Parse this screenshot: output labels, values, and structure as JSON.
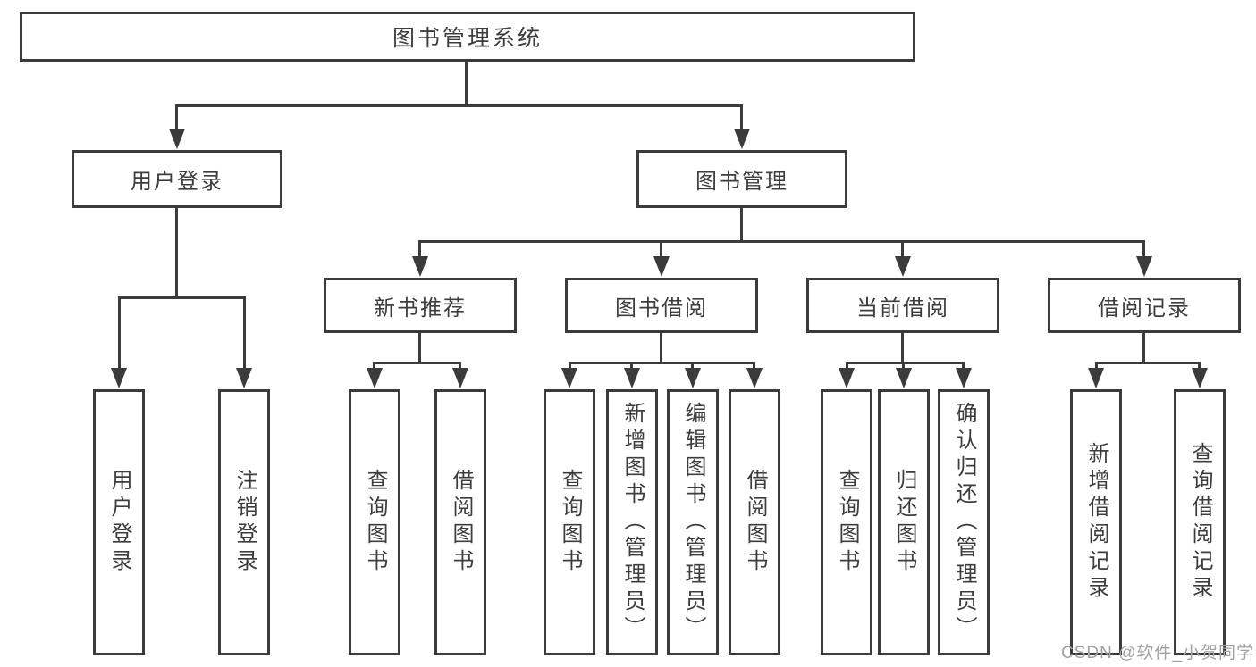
{
  "diagram": {
    "root": "图书管理系统",
    "l2": [
      "用户登录",
      "图书管理"
    ],
    "l3": [
      "新书推荐",
      "图书借阅",
      "当前借阅",
      "借阅记录"
    ],
    "leaves": [
      [
        "用户登录",
        "注销登录"
      ],
      [
        "查询图书",
        "借阅图书"
      ],
      [
        "查询图书",
        "新增图书（管理员）",
        "编辑图书（管理员）",
        "借阅图书"
      ],
      [
        "查询图书",
        "归还图书",
        "确认归还（管理员）"
      ],
      [
        "新增借阅记录",
        "查询借阅记录"
      ]
    ]
  },
  "watermark": "CSDN @软件_小贺同学",
  "colors": {
    "line": "#3b3b3b",
    "text": "#3d3d3d",
    "watermark": "#a3a3a3",
    "background": "#ffffff"
  }
}
